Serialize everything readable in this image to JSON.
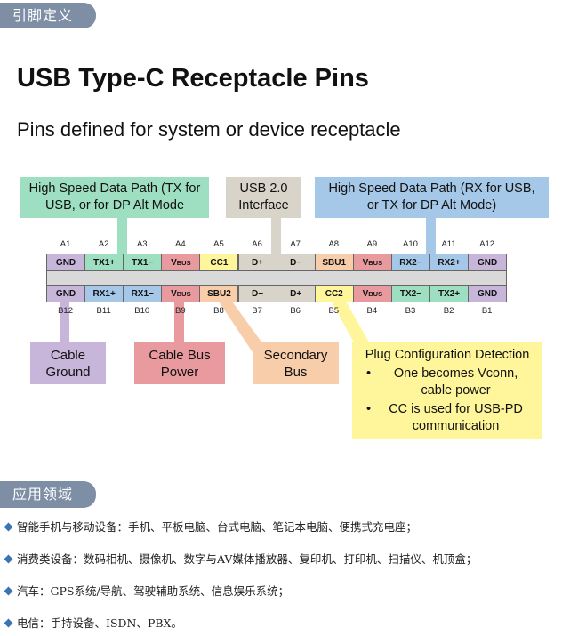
{
  "section1_label": "引脚定义",
  "title": "USB Type-C Receptacle Pins",
  "subtitle": "Pins defined for system or device receptacle",
  "top_boxes": {
    "hs_tx": "High Speed Data Path (TX for USB, or for DP Alt Mode",
    "usb2": "USB 2.0 Interface",
    "hs_rx": "High Speed Data Path (RX for USB, or TX for DP Alt Mode)"
  },
  "top_row": [
    {
      "num": "A1",
      "label": "GND",
      "color": "#c8b5da"
    },
    {
      "num": "A2",
      "label": "TX1+",
      "color": "#9ddfc0"
    },
    {
      "num": "A3",
      "label": "TX1−",
      "color": "#9ddfc0"
    },
    {
      "num": "A4",
      "label": "VBUS",
      "color": "#e89a9e"
    },
    {
      "num": "A5",
      "label": "CC1",
      "color": "#fff59a"
    },
    {
      "num": "A6",
      "label": "D+",
      "color": "#d8d4c9"
    },
    {
      "num": "A7",
      "label": "D−",
      "color": "#d8d4c9"
    },
    {
      "num": "A8",
      "label": "SBU1",
      "color": "#f8cda9"
    },
    {
      "num": "A9",
      "label": "VBUS",
      "color": "#e89a9e"
    },
    {
      "num": "A10",
      "label": "RX2−",
      "color": "#a6c8e8"
    },
    {
      "num": "A11",
      "label": "RX2+",
      "color": "#a6c8e8"
    },
    {
      "num": "A12",
      "label": "GND",
      "color": "#c8b5da"
    }
  ],
  "bottom_row": [
    {
      "num": "B12",
      "label": "GND",
      "color": "#c8b5da"
    },
    {
      "num": "B11",
      "label": "RX1+",
      "color": "#a6c8e8"
    },
    {
      "num": "B10",
      "label": "RX1−",
      "color": "#a6c8e8"
    },
    {
      "num": "B9",
      "label": "VBUS",
      "color": "#e89a9e"
    },
    {
      "num": "B8",
      "label": "SBU2",
      "color": "#f8cda9"
    },
    {
      "num": "B7",
      "label": "D−",
      "color": "#d8d4c9"
    },
    {
      "num": "B6",
      "label": "D+",
      "color": "#d8d4c9"
    },
    {
      "num": "B5",
      "label": "CC2",
      "color": "#fff59a"
    },
    {
      "num": "B4",
      "label": "VBUS",
      "color": "#e89a9e"
    },
    {
      "num": "B3",
      "label": "TX2−",
      "color": "#9ddfc0"
    },
    {
      "num": "B2",
      "label": "TX2+",
      "color": "#9ddfc0"
    },
    {
      "num": "B1",
      "label": "GND",
      "color": "#c8b5da"
    }
  ],
  "bottom_boxes": {
    "cable_ground": "Cable Ground",
    "cable_bus_power": "Cable Bus Power",
    "secondary_bus": "Secondary Bus",
    "plug_config_title": "Plug Configuration Detection",
    "plug_config_items": [
      "One becomes Vconn, cable power",
      "CC is used for USB-PD communication"
    ]
  },
  "colors": {
    "gnd": "#c8b5da",
    "tx": "#9ddfc0",
    "vbus": "#e89a9e",
    "cc": "#fff59a",
    "usb2": "#d8d4c9",
    "sbu": "#f8cda9",
    "rx": "#a6c8e8",
    "accent": "#7d8ea5"
  },
  "section2_label": "应用领域",
  "applications": [
    "智能手机与移动设备：手机、平板电脑、台式电脑、笔记本电脑、便携式充电座；",
    "消费类设备：数码相机、摄像机、数字与AV媒体播放器、复印机、打印机、扫描仪、机顶盒；",
    "汽车：GPS系统/导航、驾驶辅助系统、信息娱乐系统；",
    "电信：手持设备、ISDN、PBX。"
  ]
}
